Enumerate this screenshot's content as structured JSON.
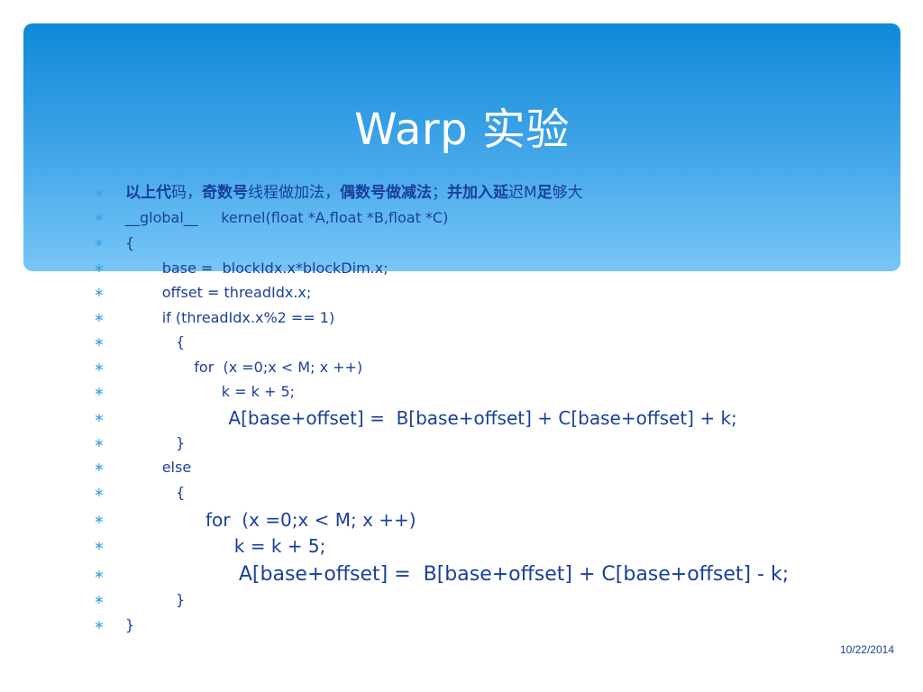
{
  "title": "Warp 实验",
  "lines": [
    {
      "segments": [
        {
          "text": "以上代",
          "bold": true
        },
        {
          "text": "码，",
          "bold": false
        },
        {
          "text": "奇数号",
          "bold": true
        },
        {
          "text": "线程做加法，",
          "bold": false
        },
        {
          "text": "偶数号做减法",
          "bold": true
        },
        {
          "text": "；",
          "bold": false
        },
        {
          "text": "并加入延",
          "bold": true
        },
        {
          "text": "迟M",
          "bold": false
        },
        {
          "text": "足",
          "bold": true
        },
        {
          "text": "够大",
          "bold": false
        }
      ]
    },
    {
      "segments": [
        {
          "text": "__global__     kernel(float *A,float *B,float *C)"
        }
      ]
    },
    {
      "segments": [
        {
          "text": "{"
        }
      ]
    },
    {
      "segments": [
        {
          "text": "        base =  blockIdx.x*blockDim.x;"
        }
      ]
    },
    {
      "segments": [
        {
          "text": "        offset = threadIdx.x;"
        }
      ]
    },
    {
      "segments": [
        {
          "text": "        if (threadIdx.x%2 == 1)"
        }
      ]
    },
    {
      "segments": [
        {
          "text": "           {"
        }
      ]
    },
    {
      "segments": [
        {
          "text": "               for  (x =0;x < M; x ++)"
        }
      ]
    },
    {
      "segments": [
        {
          "text": "                     k = k + 5;"
        }
      ]
    },
    {
      "segments": [
        {
          "text": "                  A[base+offset] =  B[base+offset] + C[base+offset] + k;"
        }
      ]
    },
    {
      "segments": [
        {
          "text": "           }"
        }
      ]
    },
    {
      "segments": [
        {
          "text": "        else"
        }
      ]
    },
    {
      "segments": [
        {
          "text": "           {"
        }
      ]
    },
    {
      "segments": [
        {
          "text": "              for  (x =0;x < M; x ++)"
        }
      ]
    },
    {
      "segments": [
        {
          "text": "                   k = k + 5;"
        }
      ]
    },
    {
      "segments": [
        {
          "text": "                  A[base+offset] =  B[base+offset] + C[base+offset] - k;"
        }
      ]
    },
    {
      "segments": [
        {
          "text": "           }"
        }
      ]
    },
    {
      "segments": [
        {
          "text": "}"
        }
      ]
    }
  ],
  "bullet_glyph": "∗",
  "footer_date": "10/22/2014",
  "colors": {
    "banner_top": "#1089d8",
    "banner_bottom": "#78c6f6",
    "body_text": "#1a3f9c",
    "bullet": "#3aa0e0",
    "title_text": "#ffffff"
  }
}
